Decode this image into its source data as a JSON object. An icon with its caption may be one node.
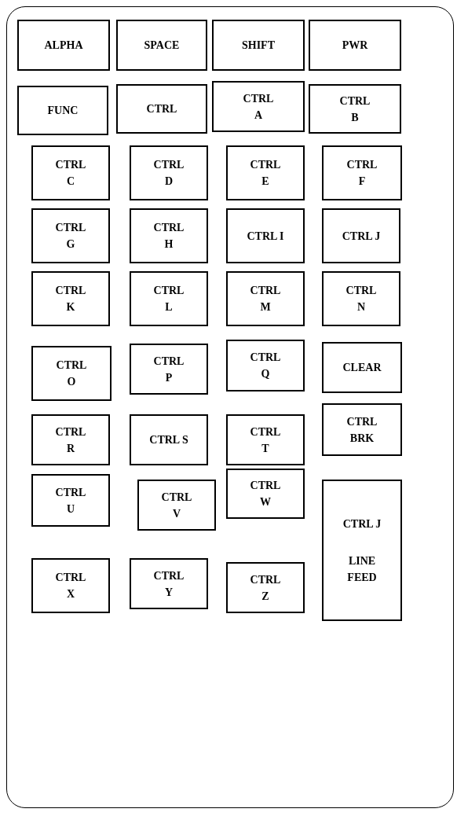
{
  "diagram": {
    "nodes": [
      {
        "text": [
          "ALPHA"
        ]
      },
      {
        "text": [
          "SPACE"
        ]
      },
      {
        "text": [
          "SHIFT"
        ]
      },
      {
        "text": [
          "PWR"
        ]
      },
      {
        "text": [
          "FUNC"
        ]
      },
      {
        "text": [
          "CTRL"
        ]
      },
      {
        "text": [
          "CTRL A"
        ]
      },
      {
        "text": [
          "CTRL B"
        ]
      },
      {
        "text": [
          "CTRL C"
        ]
      },
      {
        "text": [
          "CTRL D"
        ]
      },
      {
        "text": [
          "CTRL E"
        ]
      },
      {
        "text": [
          "CTRL F"
        ]
      },
      {
        "text": [
          "CTRL G"
        ]
      },
      {
        "text": [
          "CTRL H"
        ]
      },
      {
        "text": [
          "CTRL I"
        ]
      },
      {
        "text": [
          "CTRL J"
        ]
      },
      {
        "text": [
          "CTRL K"
        ]
      },
      {
        "text": [
          "CTRL L"
        ]
      },
      {
        "text": [
          "CTRL M"
        ]
      },
      {
        "text": [
          "CTRL N"
        ]
      },
      {
        "text": [
          "CTRL O"
        ]
      },
      {
        "text": [
          "CTRL P"
        ]
      },
      {
        "text": [
          "CTRL Q"
        ]
      },
      {
        "text": [
          "CLEAR"
        ]
      },
      {
        "text": [
          "CTRL R"
        ]
      },
      {
        "text": [
          "CTRL S"
        ]
      },
      {
        "text": [
          "CTRL T"
        ]
      },
      {
        "text": [
          "CTRL BRK"
        ]
      },
      {
        "text": [
          "CTRL U"
        ]
      },
      {
        "text": [
          "CTRL V"
        ]
      },
      {
        "text": [
          "CTRL W"
        ]
      },
      {
        "text": [
          "CTRL J",
          "LINE FEED"
        ]
      },
      {
        "text": [
          "CTRL X"
        ]
      },
      {
        "text": [
          "CTRL Y"
        ]
      },
      {
        "text": [
          "CTRL Z"
        ]
      }
    ],
    "edges": []
  }
}
